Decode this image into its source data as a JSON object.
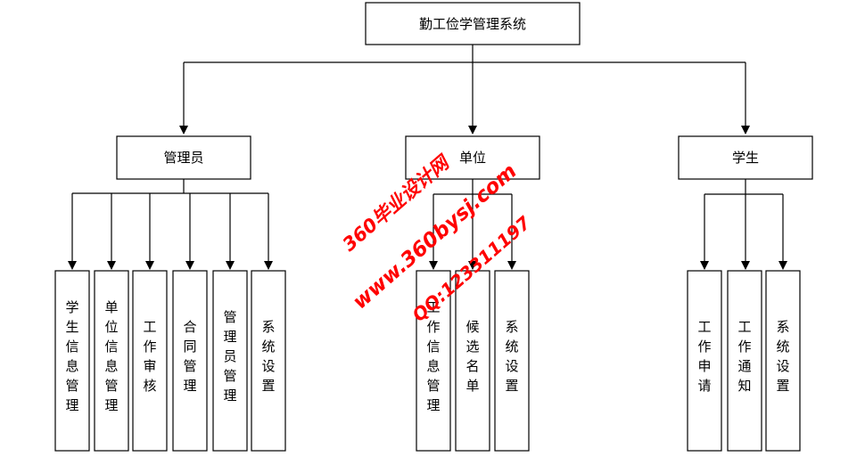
{
  "root": {
    "label": "勤工俭学管理系统"
  },
  "roles": [
    {
      "label": "管理员",
      "children": [
        "学生信息管理",
        "单位信息管理",
        "工作审核",
        "合同管理",
        "管理员管理",
        "系统设置"
      ]
    },
    {
      "label": "单位",
      "children": [
        "工作信息管理",
        "候选名单",
        "系统设置"
      ]
    },
    {
      "label": "学生",
      "children": [
        "工作申请",
        "工作通知",
        "系统设置"
      ]
    }
  ],
  "watermark": {
    "line1": "360毕业设计网",
    "line2": "www.360bysj.com",
    "line3": "QQ:123311197",
    "color": "#ff0000"
  }
}
